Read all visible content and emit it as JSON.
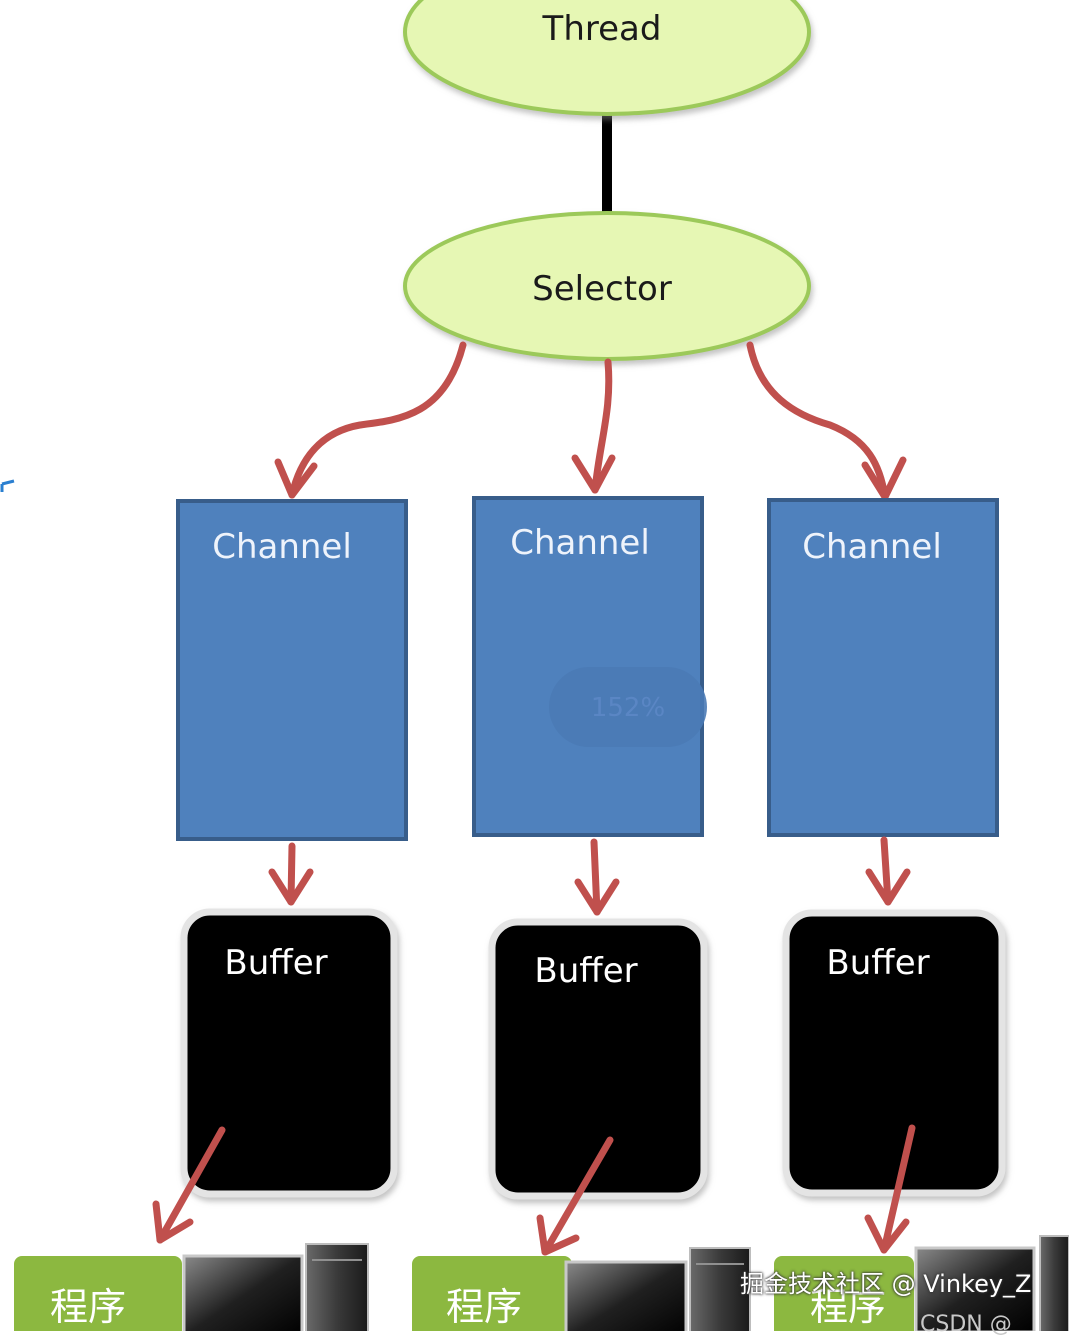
{
  "diagram": {
    "thread": {
      "label": "Thread"
    },
    "selector": {
      "label": "Selector"
    },
    "channels": [
      {
        "label": "Channel"
      },
      {
        "label": "Channel"
      },
      {
        "label": "Channel"
      }
    ],
    "buffers": [
      {
        "label": "Buffer"
      },
      {
        "label": "Buffer"
      },
      {
        "label": "Buffer"
      }
    ],
    "programs": [
      {
        "label": "程序"
      },
      {
        "label": "程序"
      },
      {
        "label": "程序"
      }
    ]
  },
  "overlay": {
    "zoom_indicator": "152%",
    "watermark": "掘金技术社区 @ Vinkey_Z",
    "csdn_mark": "CSDN @"
  },
  "colors": {
    "ellipse_fill": "#e6f7b4",
    "ellipse_stroke": "#9cc95a",
    "channel_fill": "#4f81bd",
    "channel_stroke": "#385d8a",
    "buffer_fill": "#000000",
    "arrow": "#c0504d",
    "program_fill": "#8cb840",
    "connector": "#000000"
  },
  "icons": [
    "computer-monitor-icon",
    "computer-tower-icon"
  ]
}
